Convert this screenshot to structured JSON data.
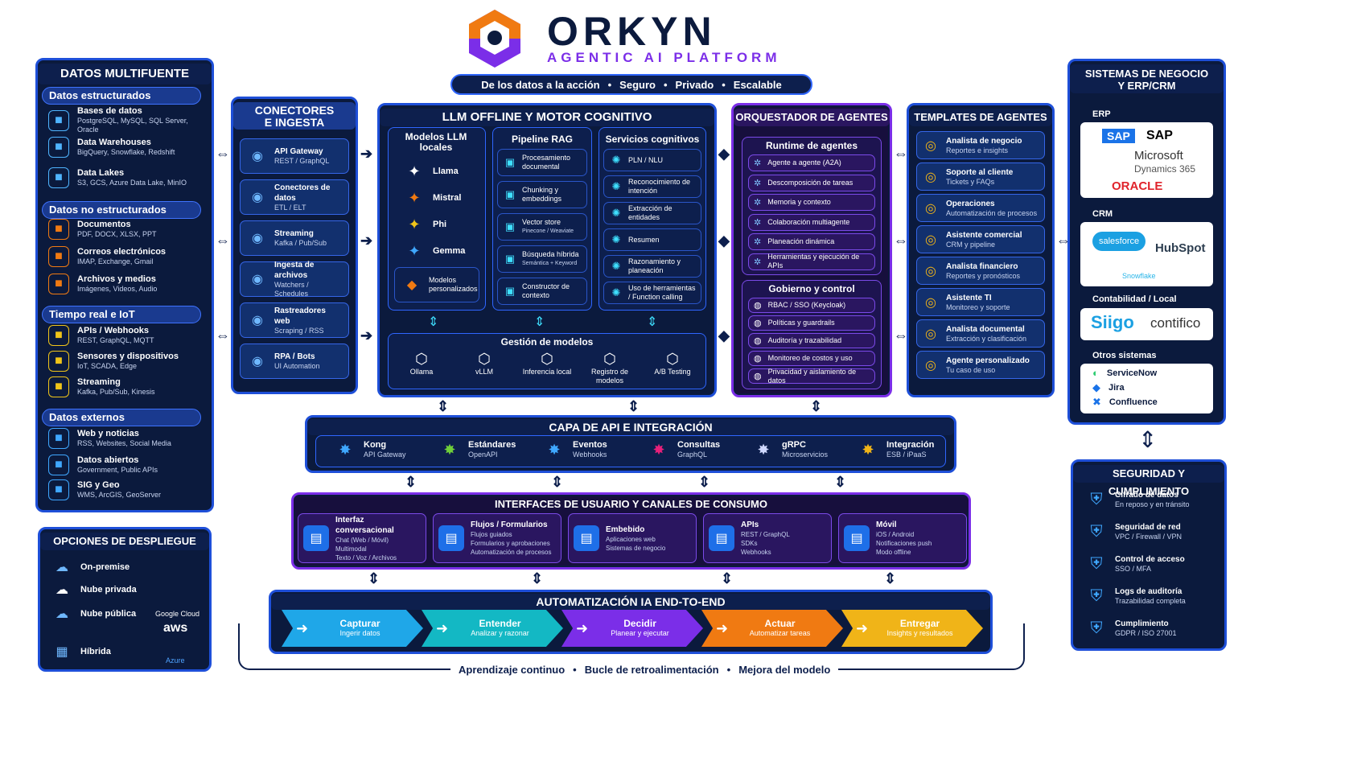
{
  "header": {
    "brand": "ORKYN",
    "tagline": "AGENTIC AI PLATFORM",
    "pills": [
      "De los datos a la acción",
      "Seguro",
      "Privado",
      "Escalable"
    ]
  },
  "datos": {
    "title": "DATOS MULTIFUENTE",
    "sections": [
      {
        "label": "Datos estructurados",
        "items": [
          {
            "t": "Bases de datos",
            "s": "PostgreSQL, MySQL, SQL Server, Oracle",
            "icon": "database-icon"
          },
          {
            "t": "Data Warehouses",
            "s": "BigQuery, Snowflake, Redshift",
            "icon": "warehouse-icon"
          },
          {
            "t": "Data Lakes",
            "s": "S3, GCS, Azure Data Lake, MinIO",
            "icon": "lake-icon"
          }
        ]
      },
      {
        "label": "Datos no estructurados",
        "items": [
          {
            "t": "Documentos",
            "s": "PDF, DOCX, XLSX, PPT",
            "icon": "document-icon"
          },
          {
            "t": "Correos electrónicos",
            "s": "IMAP, Exchange, Gmail",
            "icon": "mail-icon"
          },
          {
            "t": "Archivos y medios",
            "s": "Imágenes, Videos, Audio",
            "icon": "file-icon"
          }
        ]
      },
      {
        "label": "Tiempo real e IoT",
        "items": [
          {
            "t": "APIs / Webhooks",
            "s": "REST, GraphQL, MQTT",
            "icon": "api-icon"
          },
          {
            "t": "Sensores y dispositivos",
            "s": "IoT, SCADA, Edge",
            "icon": "sensor-icon"
          },
          {
            "t": "Streaming",
            "s": "Kafka, Pub/Sub, Kinesis",
            "icon": "stream-icon"
          }
        ]
      },
      {
        "label": "Datos externos",
        "items": [
          {
            "t": "Web y noticias",
            "s": "RSS, Websites, Social Media",
            "icon": "globe-icon"
          },
          {
            "t": "Datos abiertos",
            "s": "Government, Public APIs",
            "icon": "open-data-icon"
          },
          {
            "t": "SIG y Geo",
            "s": "WMS, ArcGIS, GeoServer",
            "icon": "geo-icon"
          }
        ]
      }
    ]
  },
  "deploy": {
    "title": "OPCIONES DE DESPLIEGUE",
    "items": [
      "On-premise",
      "Nube privada",
      "Nube pública",
      "Híbrida"
    ],
    "clouds": [
      "Google Cloud",
      "aws",
      "Azure"
    ]
  },
  "conectores": {
    "title": "CONECTORES\nE INGESTA",
    "items": [
      {
        "t": "API Gateway",
        "s": "REST / GraphQL"
      },
      {
        "t": "Conectores de datos",
        "s": "ETL / ELT"
      },
      {
        "t": "Streaming",
        "s": "Kafka / Pub/Sub"
      },
      {
        "t": "Ingesta de archivos",
        "s": "Watchers / Schedules"
      },
      {
        "t": "Rastreadores web",
        "s": "Scraping / RSS"
      },
      {
        "t": "RPA / Bots",
        "s": "UI Automation"
      }
    ]
  },
  "llm": {
    "title": "LLM OFFLINE Y MOTOR COGNITIVO",
    "modelos": {
      "title": "Modelos LLM locales",
      "items": [
        "Llama",
        "Mistral",
        "Phi",
        "Gemma"
      ],
      "custom": "Modelos personalizados"
    },
    "rag": {
      "title": "Pipeline RAG",
      "items": [
        {
          "t": "Procesamiento documental",
          "s": ""
        },
        {
          "t": "Chunking y embeddings",
          "s": ""
        },
        {
          "t": "Vector store",
          "s": "Pinecone / Weaviate"
        },
        {
          "t": "Búsqueda híbrida",
          "s": "Semántica + Keyword"
        },
        {
          "t": "Constructor de contexto",
          "s": ""
        }
      ]
    },
    "cog": {
      "title": "Servicios cognitivos",
      "items": [
        "PLN / NLU",
        "Reconocimiento de intención",
        "Extracción de entidades",
        "Resumen",
        "Razonamiento y planeación",
        "Uso de herramientas / Function calling"
      ]
    },
    "gestion": {
      "title": "Gestión de modelos",
      "items": [
        "Ollama",
        "vLLM",
        "Inferencia local",
        "Registro de modelos",
        "A/B Testing"
      ]
    }
  },
  "orq": {
    "title": "ORQUESTADOR DE AGENTES",
    "runtime": {
      "title": "Runtime de agentes",
      "items": [
        "Agente a agente (A2A)",
        "Descomposición de tareas",
        "Memoria y contexto",
        "Colaboración multiagente",
        "Planeación dinámica",
        "Herramientas y ejecución de APIs"
      ]
    },
    "gob": {
      "title": "Gobierno y control",
      "items": [
        "RBAC / SSO (Keycloak)",
        "Políticas y guardrails",
        "Auditoría y trazabilidad",
        "Monitoreo de costos y uso",
        "Privacidad y aislamiento de datos"
      ]
    }
  },
  "templates": {
    "title": "TEMPLATES DE AGENTES",
    "items": [
      {
        "t": "Analista de negocio",
        "s": "Reportes e insights"
      },
      {
        "t": "Soporte al cliente",
        "s": "Tickets y FAQs"
      },
      {
        "t": "Operaciones",
        "s": "Automatización de procesos"
      },
      {
        "t": "Asistente comercial",
        "s": "CRM y pipeline"
      },
      {
        "t": "Analista financiero",
        "s": "Reportes y pronósticos"
      },
      {
        "t": "Asistente TI",
        "s": "Monitoreo y soporte"
      },
      {
        "t": "Analista documental",
        "s": "Extracción y clasificación"
      },
      {
        "t": "Agente personalizado",
        "s": "Tu caso de uso"
      }
    ]
  },
  "sistemas": {
    "title": "SISTEMAS DE NEGOCIO\nY ERP/CRM",
    "erp": {
      "label": "ERP",
      "logos": [
        "SAP",
        "Microsoft",
        "Dynamics 365",
        "ORACLE"
      ]
    },
    "crm": {
      "label": "CRM",
      "logos": [
        "salesforce",
        "HubSpot",
        "Snowflake"
      ]
    },
    "conta": {
      "label": "Contabilidad / Local",
      "logos": [
        "Siigo",
        "contifico"
      ]
    },
    "otros": {
      "label": "Otros sistemas",
      "items": [
        "ServiceNow",
        "Jira",
        "Confluence"
      ]
    }
  },
  "seguridad": {
    "title": "SEGURIDAD Y CUMPLIMIENTO",
    "items": [
      {
        "t": "Cifrado de datos",
        "s": "En reposo y en tránsito"
      },
      {
        "t": "Seguridad de red",
        "s": "VPC / Firewall / VPN"
      },
      {
        "t": "Control de acceso",
        "s": "SSO / MFA"
      },
      {
        "t": "Logs de auditoría",
        "s": "Trazabilidad completa"
      },
      {
        "t": "Cumplimiento",
        "s": "GDPR / ISO 27001"
      }
    ]
  },
  "api": {
    "title": "CAPA DE API E INTEGRACIÓN",
    "items": [
      {
        "t": "Kong",
        "s": "API Gateway"
      },
      {
        "t": "Estándares",
        "s": "OpenAPI"
      },
      {
        "t": "Eventos",
        "s": "Webhooks"
      },
      {
        "t": "Consultas",
        "s": "GraphQL"
      },
      {
        "t": "gRPC",
        "s": "Microservicios"
      },
      {
        "t": "Integración",
        "s": "ESB / iPaaS"
      }
    ]
  },
  "ui": {
    "title": "INTERFACES DE USUARIO Y CANALES DE CONSUMO",
    "items": [
      {
        "t": "Interfaz conversacional",
        "s": [
          "Chat (Web / Móvil)",
          "Multimodal",
          "Texto / Voz / Archivos"
        ]
      },
      {
        "t": "Flujos / Formularios",
        "s": [
          "Flujos guiados",
          "Formularios y aprobaciones",
          "Automatización de procesos"
        ]
      },
      {
        "t": "Embebido",
        "s": [
          "Aplicaciones web",
          "Sistemas de negocio"
        ]
      },
      {
        "t": "APIs",
        "s": [
          "REST / GraphQL",
          "SDKs",
          "Webhooks"
        ]
      },
      {
        "t": "Móvil",
        "s": [
          "iOS / Android",
          "Notificaciones push",
          "Modo offline"
        ]
      }
    ]
  },
  "auto": {
    "title": "AUTOMATIZACIÓN IA END-TO-END",
    "stages": [
      {
        "t": "Capturar",
        "s": "Ingerir datos",
        "color": "#1fa7e8"
      },
      {
        "t": "Entender",
        "s": "Analizar y razonar",
        "color": "#13b8c4"
      },
      {
        "t": "Decidir",
        "s": "Planear y ejecutar",
        "color": "#7b2ee8"
      },
      {
        "t": "Actuar",
        "s": "Automatizar tareas",
        "color": "#f07a12"
      },
      {
        "t": "Entregar",
        "s": "Insights y resultados",
        "color": "#f0b418"
      }
    ]
  },
  "loop": [
    "Aprendizaje continuo",
    "Bucle de retroalimentación",
    "Mejora del modelo"
  ]
}
